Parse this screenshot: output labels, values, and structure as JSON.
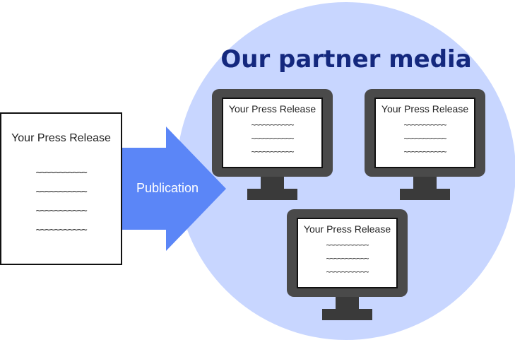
{
  "heading": "Our partner media",
  "source_document": {
    "title": "Your Press Release",
    "lines": [
      "~~~~~~~~~~~",
      "~~~~~~~~~~~",
      "~~~~~~~~~~~",
      "~~~~~~~~~~~"
    ]
  },
  "arrow": {
    "label": "Publication"
  },
  "monitors": [
    {
      "title": "Your Press Release",
      "lines": [
        "~~~~~~~~~~~",
        "~~~~~~~~~~~",
        "~~~~~~~~~~~"
      ]
    },
    {
      "title": "Your Press Release",
      "lines": [
        "~~~~~~~~~~~",
        "~~~~~~~~~~~",
        "~~~~~~~~~~~"
      ]
    },
    {
      "title": "Your Press Release",
      "lines": [
        "~~~~~~~~~~~",
        "~~~~~~~~~~~",
        "~~~~~~~~~~~"
      ]
    }
  ],
  "colors": {
    "circle": "#c8d6ff",
    "heading": "#14287e",
    "arrow": "#5b86f7",
    "monitor_frame": "#4a4a4a"
  }
}
